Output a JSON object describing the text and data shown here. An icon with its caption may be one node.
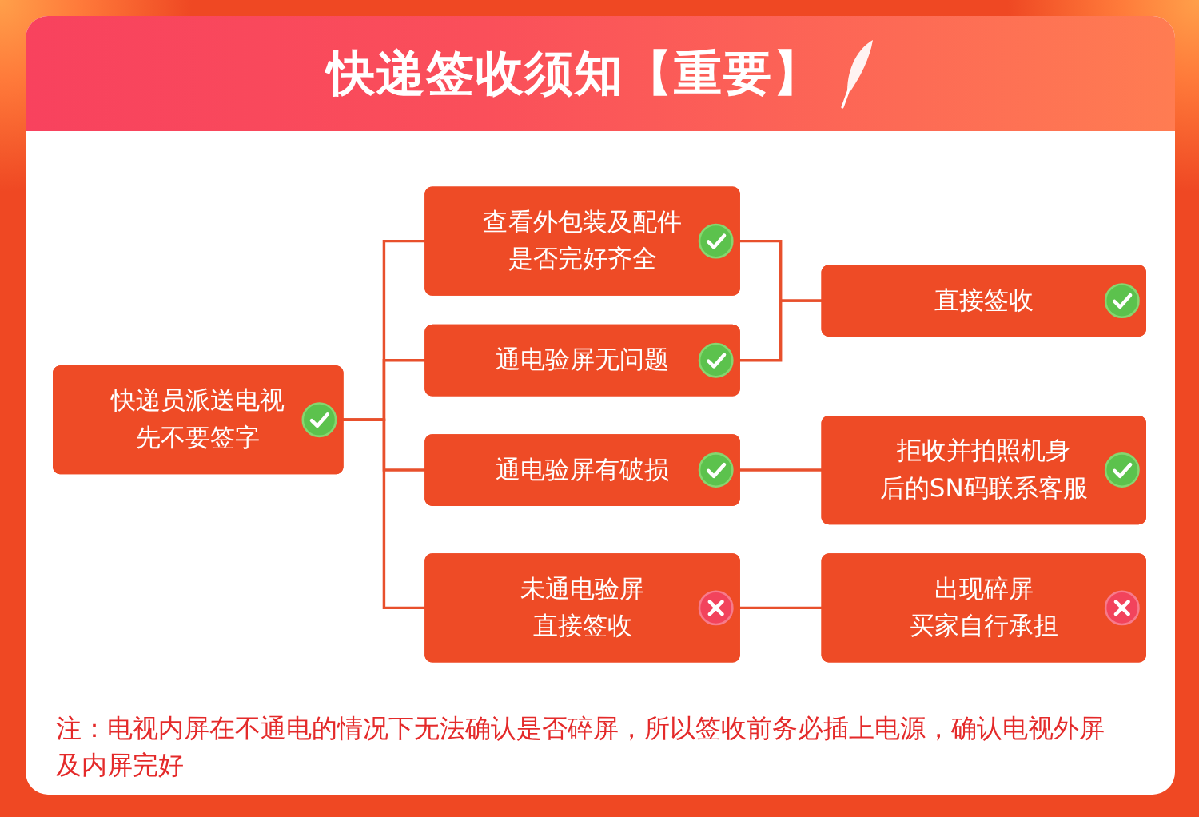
{
  "diagram": {
    "title": "快递签收须知【重要】",
    "nodes": [
      {
        "text": [
          "快递员派送电视先不要签字"
        ]
      },
      {
        "text": [
          "查看外包装及配件是否完好齐全"
        ]
      },
      {
        "text": [
          "通电验屏无问题"
        ]
      },
      {
        "text": [
          "通电验屏有破损"
        ]
      },
      {
        "text": [
          "未通电验屏直接签收"
        ]
      },
      {
        "text": [
          "直接签收"
        ]
      },
      {
        "text": [
          "拒收并拍照机身后的SN码联系客服"
        ]
      },
      {
        "text": [
          "出现碎屏买家自行承担"
        ]
      }
    ],
    "edges": [
      {
        "from": 0,
        "to": 1,
        "arrow": "none"
      },
      {
        "from": 0,
        "to": 2,
        "arrow": "none"
      },
      {
        "from": 0,
        "to": 3,
        "arrow": "none"
      },
      {
        "from": 0,
        "to": 4,
        "arrow": "none"
      },
      {
        "from": 1,
        "to": 5,
        "arrow": "none"
      },
      {
        "from": 2,
        "to": 5,
        "arrow": "none"
      },
      {
        "from": 3,
        "to": 6,
        "arrow": "none"
      },
      {
        "from": 4,
        "to": 7,
        "arrow": "none"
      }
    ],
    "labels": [
      "注：电视内屏在不通电的情况下无法确认是否碎屏，所以签收前务必插上电源，确认电视外屏及内屏完好"
    ]
  }
}
